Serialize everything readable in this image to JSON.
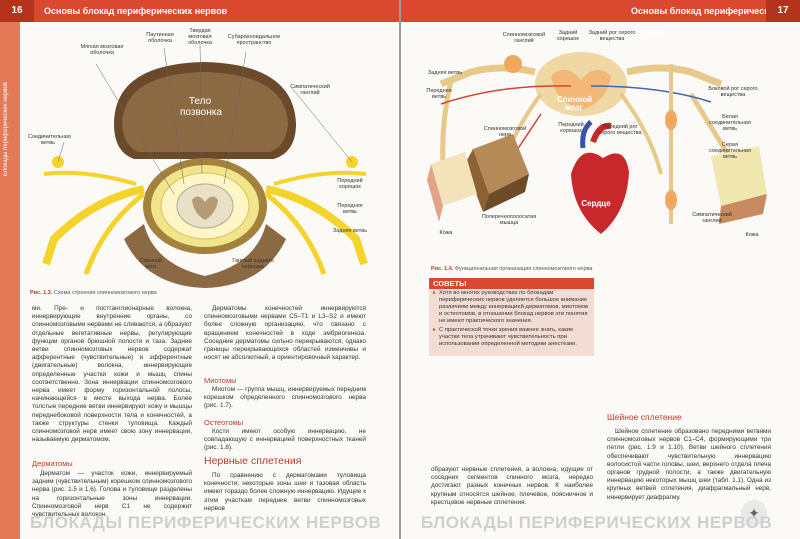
{
  "left": {
    "page_number": "16",
    "header": "Основы блокад периферических нервов",
    "sidebar": "Блокады периферических нервов",
    "fig_labels": {
      "pia": "Мягкая мозговая оболочка",
      "arachnoid": "Паутинная оболочка",
      "dura": "Твердая мозговая оболочка",
      "subarach": "Субарахноидальное пространство",
      "sympathetic": "Симпатический ганглий",
      "body": "Тело позвонка",
      "connecting": "Соединительная ветвь",
      "anterior_root": "Передний корешок",
      "anterior_branch": "Передняя ветвь",
      "posterior_branch": "Задняя ветвь",
      "spinal_cord": "Спинной мозг",
      "posterior_root_ganglion": "Ганглий заднего корешка"
    },
    "caption_num": "Рис. 1.3.",
    "caption": "Схема строения спинномозгового нерва",
    "col1": [
      "ми. Пре- и постганглионарные волокна, иннервирующие внутренние органы, со спинномозговыми нервами не сливаются, а образуют отдельные вегетативные нервы, регулирующие функции органов брюшной полости и таза. Задние ветви спинномозговых нервов содержат афферентные (чувствительные) и эфферентные (двигательные) волокна, иннервирующие определенные участки кожи и мышц спины соответственно. Зона иннервации спинномозгового нерва имеет форму горизонтальной полосы, начинающейся в месте выхода нерва. Более толстые передние ветви иннервируют кожу и мышцы переднебоковой поверхности тела и конечностей, а также структуры стенки туловища. Каждый спинномозговой нерв имеет свою зону иннервации, называемую дерматомом."
    ],
    "dermatomes_head": "Дерматомы",
    "col1b": "Дерматом — участок кожи, иннервируемый задним (чувствительным) корешком спинномозгового нерва (рис. 1.5 и 1.6). Голова и туловище разделены на горизонтальные зоны иннервации. Спинномозговой нерв С1 не содержит чувствительных волокон.",
    "col2": "Дерматомы конечностей иннервируются спинномозговыми нервами С5–Т1 и L3–S2 и имеют более сложную организацию, что связано с вращением конечностей в ходе эмбриогенеза. Соседние дерматомы сильно перекрываются, однако границы перекрывающихся областей изменчивы и носят не абсолютный, а ориентировочный характер.",
    "myotomes_head": "Миотомы",
    "col2b": "Миотом — группа мышц, иннервируемых передним корешком определенного спинномозгового нерва (рис. 1.7).",
    "osteotomes_head": "Остеотомы",
    "col2c": "Кости имеют особую иннервацию, не совпадающую с иннервацией поверхностных тканей (рис. 1.8).",
    "plexus_head": "Нервные сплетения",
    "col2d": "По сравнению с дерматомами туловища конечности, некоторые зоны шеи и тазовая область имеют гораздо более сложную иннервацию. Идущие к этим участкам передние ветви спинномозговых нервов",
    "footer": "БЛОКАДЫ ПЕРИФЕРИЧЕСКИХ НЕРВОВ"
  },
  "right": {
    "page_number": "17",
    "header": "Основы блокад периферических нервов",
    "fig_labels": {
      "spinal_ganglion": "Спинномозговой ганглий",
      "posterior_root": "Задний корешок",
      "posterior_horn": "Задний рог серого вещества",
      "posterior_branch": "Задняя ветвь",
      "anterior_branch": "Передняя ветвь",
      "spinal_cord": "Спинной мозг",
      "lateral_horn": "Боковой рог серого вещества",
      "sn_nerve": "Спинномозговой нерв",
      "anterior_root": "Передний корешок",
      "anterior_horn": "Передний рог серого вещества",
      "white_ramus": "Белая соединительная ветвь",
      "grey_ramus": "Серая соединительная ветвь",
      "heart": "Сердце",
      "striated": "Поперечнополосатая мышца",
      "skin": "Кожа",
      "symp_ganglion": "Симпатический ганглий",
      "skin2": "Кожа"
    },
    "caption_num": "Рис. 1.4.",
    "caption": "Функциональная организация спинномозгового нерва",
    "tips_head": "СОВЕТЫ",
    "tips": [
      "Хотя во многих руководствах по блокадам периферических нервов уделяется большое внимание различиям между иннервацией дерматомов, миотомов и остеотомов, в отношении блокад нервов эти понятия не имеют практического значения.",
      "С практической точки зрения важнее знать, какие участки тела утрачивают чувствительность при использовании определенной методики анестезии."
    ],
    "cervical_head": "Шейное сплетение",
    "col2": "Шейное сплетение образовано передними ветвями спинномозговых нервов С1–С4, формирующими три петли (рис. 1.9 и 1.10). Ветви шейного сплетения обеспечивают чувствительную иннервацию волосистой части головы, шеи, верхнего отдела плеча органов грудной полости, а также двигательную иннервацию некоторых мышц шеи (табл. 1.1). Одна из крупных ветвей сплетения, диафрагмальный нерв, иннервирует диафрагму.",
    "col1": "образуют нервные сплетения, а волокна, идущие от соседних сегментов спинного мозга, нередко достигают разных конечных нервов. К наиболее крупным относятся шейное, плечевое, поясничное и крестцовое нервные сплетения.",
    "footer": "БЛОКАДЫ ПЕРИФЕРИЧЕСКИХ НЕРВОВ"
  },
  "colors": {
    "accent": "#d9482f",
    "sidebar": "#e27a57",
    "tips_bg": "#f3dcd4"
  }
}
